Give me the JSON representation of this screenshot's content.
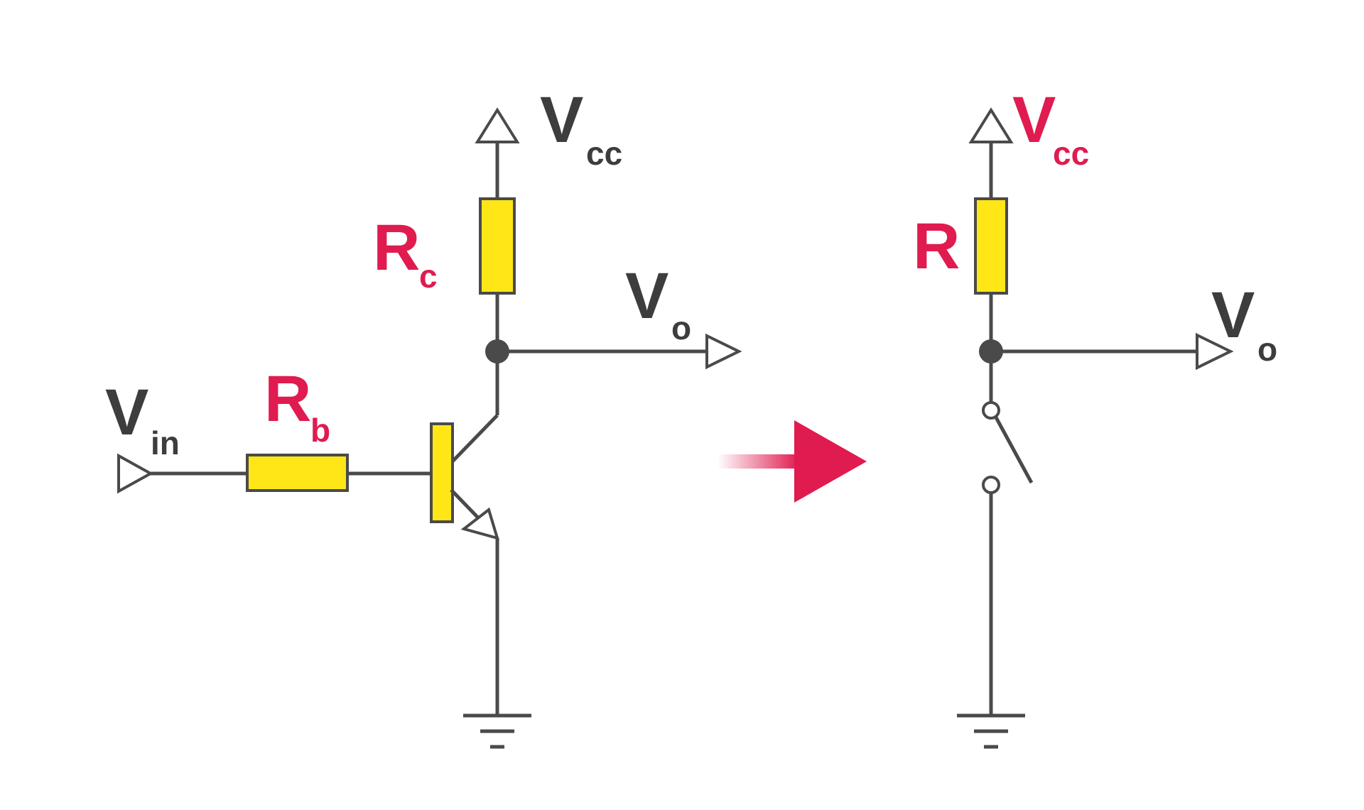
{
  "colors": {
    "wire": "#4a4a4a",
    "resistor_fill": "#ffe617",
    "accent_red": "#e01b4f",
    "label_dark": "#3d3d3d"
  },
  "left_circuit": {
    "vcc": {
      "main": "V",
      "sub": "cc"
    },
    "rc": {
      "main": "R",
      "sub": "c"
    },
    "vo": {
      "main": "V",
      "sub": "o"
    },
    "vin": {
      "main": "V",
      "sub": "in"
    },
    "rb": {
      "main": "R",
      "sub": "b"
    }
  },
  "right_circuit": {
    "vcc": {
      "main": "V",
      "sub": "cc"
    },
    "r": {
      "main": "R"
    },
    "vo": {
      "main": "V",
      "sub": "o"
    }
  }
}
